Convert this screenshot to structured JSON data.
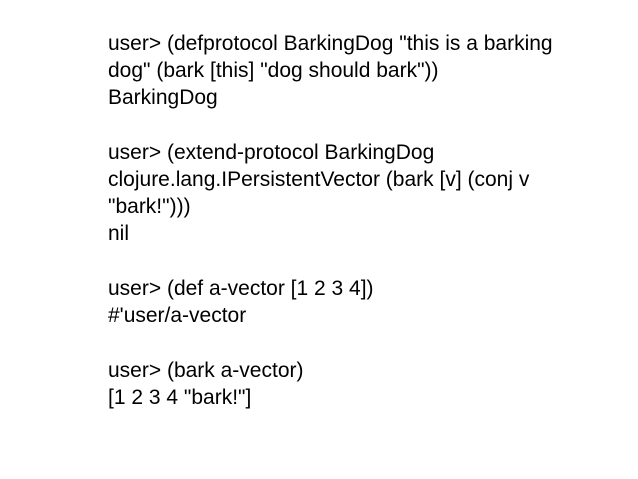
{
  "colors": {
    "background": "#ffffff",
    "text": "#000000"
  },
  "repl": {
    "blocks": [
      {
        "lines": [
          "user> (defprotocol BarkingDog \"this is a barking",
          "dog\" (bark [this] \"dog should bark\"))",
          "BarkingDog"
        ]
      },
      {
        "lines": [
          "user> (extend-protocol BarkingDog",
          "clojure.lang.IPersistentVector (bark [v] (conj v",
          "\"bark!\")))",
          "nil"
        ]
      },
      {
        "lines": [
          "user> (def a-vector [1 2 3 4])",
          "#'user/a-vector"
        ]
      },
      {
        "lines": [
          "user> (bark a-vector)",
          "[1 2 3 4 \"bark!\"]"
        ]
      }
    ]
  }
}
